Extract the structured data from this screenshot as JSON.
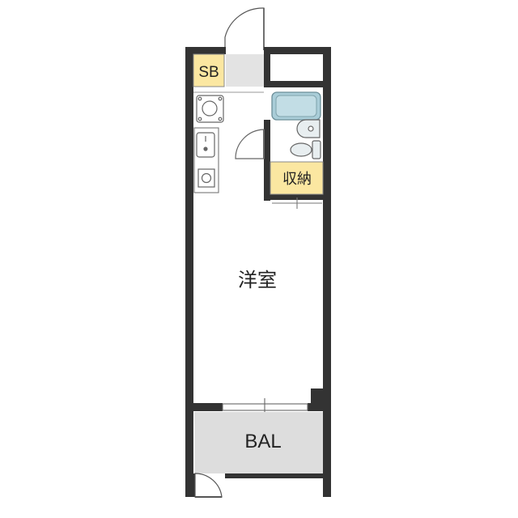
{
  "floorplan": {
    "rooms": {
      "shoe_box": "SB",
      "storage": "収納",
      "western_room": "洋室",
      "balcony": "BAL"
    },
    "colors": {
      "wall": "#333333",
      "label_highlight": "#fbe7a1",
      "balcony_fill": "#dddddd",
      "entry_fill": "#e3e3e3",
      "bathtub_fill": "#a9cdd8",
      "fixture_stroke": "#555555"
    },
    "icons": [
      "door-swing-icon",
      "washing-machine-pan-icon",
      "kitchen-sink-icon",
      "stove-icon",
      "bathtub-icon",
      "toilet-icon",
      "washbasin-icon"
    ]
  }
}
